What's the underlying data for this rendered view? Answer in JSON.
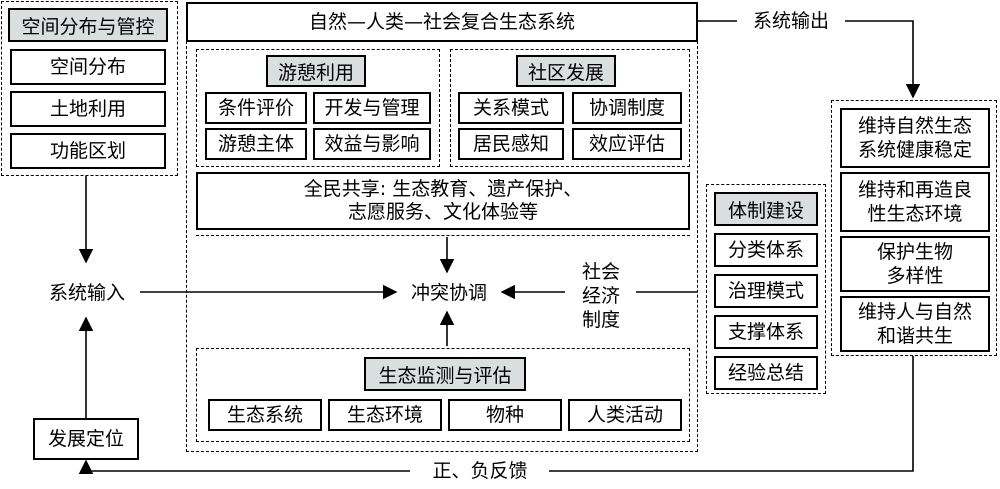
{
  "diagram": {
    "top_title": "自然—人类—社会复合生态系统",
    "system_output": "系统输出",
    "system_input": "系统输入",
    "conflict": "冲突协调",
    "feedback": "正、负反馈",
    "development": "发展定位",
    "socio_economic_system": [
      "社会",
      "经济",
      "制度"
    ],
    "spatial": {
      "title": "空间分布与管控",
      "items": [
        "空间分布",
        "土地利用",
        "功能区划"
      ]
    },
    "recreation": {
      "title": "游憩利用",
      "items": [
        "条件评价",
        "开发与管理",
        "游憩主体",
        "效益与影响"
      ]
    },
    "community": {
      "title": "社区发展",
      "items": [
        "关系模式",
        "协调制度",
        "居民感知",
        "效应评估"
      ]
    },
    "public_sharing": {
      "line1": "全民共享: 生态教育、遗产保护、",
      "line2": "志愿服务、文化体验等"
    },
    "monitoring": {
      "title": "生态监测与评估",
      "items": [
        "生态系统",
        "生态环境",
        "物种",
        "人类活动"
      ]
    },
    "institution": {
      "title": "体制建设",
      "items": [
        "分类体系",
        "治理模式",
        "支撑体系",
        "经验总结"
      ]
    },
    "outputs": [
      [
        "维持自然生态",
        "系统健康稳定"
      ],
      [
        "维持和再造良",
        "性生态环境"
      ],
      [
        "保护生物",
        "多样性"
      ],
      [
        "维持人与自然",
        "和谐共生"
      ]
    ]
  }
}
